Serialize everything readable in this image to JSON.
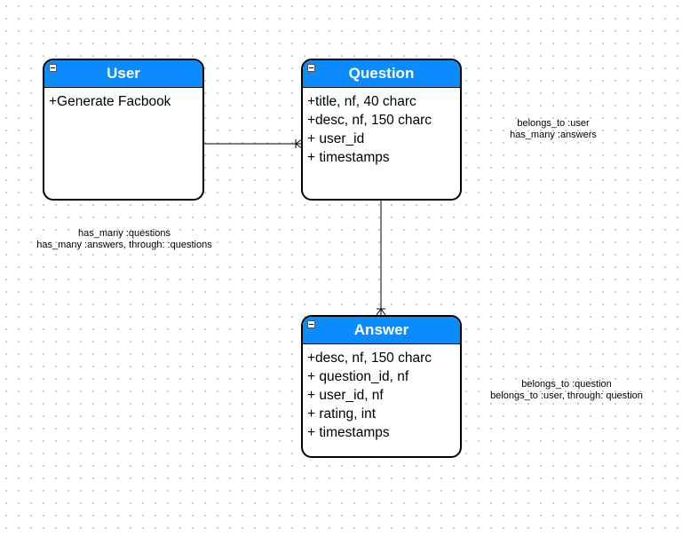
{
  "entities": {
    "user": {
      "title": "User",
      "fields": [
        "+Generate Facbook"
      ]
    },
    "question": {
      "title": "Question",
      "fields": [
        "+title, nf, 40 charc",
        "+desc, nf, 150 charc",
        "+ user_id",
        "+ timestamps"
      ]
    },
    "answer": {
      "title": "Answer",
      "fields": [
        "+desc, nf, 150 charc",
        "+ question_id, nf",
        "+ user_id, nf",
        "+ rating, int",
        "+ timestamps"
      ]
    }
  },
  "notes": {
    "user": [
      "has_many :questions",
      "has_many :answers, through: :questions"
    ],
    "question": [
      "belongs_to :user",
      "has_many :answers"
    ],
    "answer": [
      "belongs_to :question",
      "belongs_to :user, through: question"
    ]
  },
  "colors": {
    "header": "#0a8cff",
    "border": "#000000",
    "grid_dot": "#c9c9c9"
  }
}
